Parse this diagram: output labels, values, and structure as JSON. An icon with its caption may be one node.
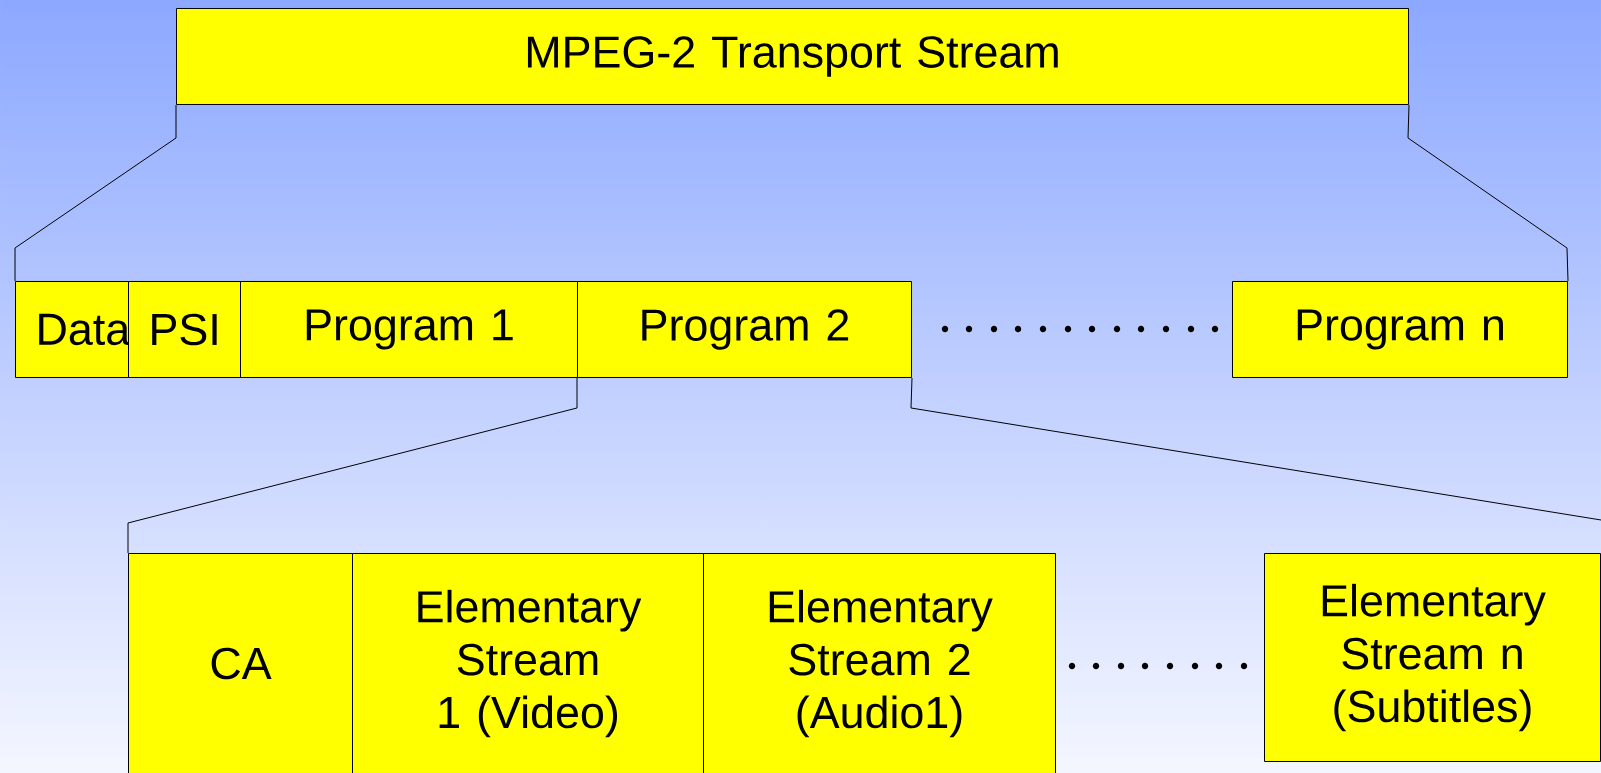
{
  "diagram": {
    "nodes": [
      {
        "text": [
          "MPEG-2 Transport Stream"
        ]
      },
      {
        "text": [
          "Data"
        ]
      },
      {
        "text": [
          "PSI"
        ]
      },
      {
        "text": [
          "Program 1"
        ]
      },
      {
        "text": [
          "Program 2"
        ]
      },
      {
        "text": [
          "Program n"
        ]
      },
      {
        "text": [
          "CA"
        ]
      },
      {
        "text": [
          "Elementary Stream 1 (Video)"
        ]
      },
      {
        "text": [
          "Elementary Stream 2 (Audio1)"
        ]
      },
      {
        "text": [
          "Elementary Stream n (Subtitles)"
        ]
      }
    ],
    "edges": [
      {
        "from": 0,
        "to": 1,
        "arrow": "none"
      },
      {
        "from": 0,
        "to": 5,
        "arrow": "none"
      },
      {
        "from": 4,
        "to": 6,
        "arrow": "none"
      },
      {
        "from": 4,
        "to": null,
        "arrow": "none"
      }
    ]
  }
}
